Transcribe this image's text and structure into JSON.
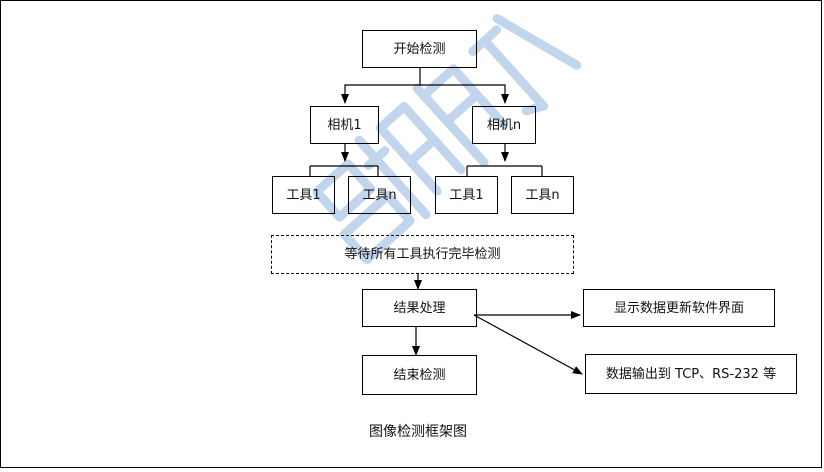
{
  "diagram": {
    "nodes": {
      "start": "开始检测",
      "camera1": "相机1",
      "cameraN": "相机n",
      "tool_c1_1": "工具1",
      "tool_c1_n": "工具n",
      "tool_cn_1": "工具1",
      "tool_cn_n": "工具n",
      "wait": "等待所有工具执行完毕检测",
      "result": "结果处理",
      "end": "结束检测",
      "display": "显示数据更新软件界面",
      "output": "数据输出到 TCP、RS-232 等"
    },
    "caption": "图像检测框架图",
    "edges": [
      [
        "start",
        "camera1"
      ],
      [
        "start",
        "cameraN"
      ],
      [
        "camera1",
        "tool_c1_1"
      ],
      [
        "camera1",
        "tool_c1_n"
      ],
      [
        "cameraN",
        "tool_cn_1"
      ],
      [
        "cameraN",
        "tool_cn_n"
      ],
      [
        "wait",
        "result"
      ],
      [
        "result",
        "end"
      ],
      [
        "result",
        "display"
      ],
      [
        "result",
        "output"
      ]
    ]
  },
  "colors": {
    "line": "#000000",
    "background": "#ffffff",
    "watermark": "#8fb3df"
  },
  "watermark": {
    "kind": "overlaid brand lettering",
    "color_name": "light blue"
  }
}
